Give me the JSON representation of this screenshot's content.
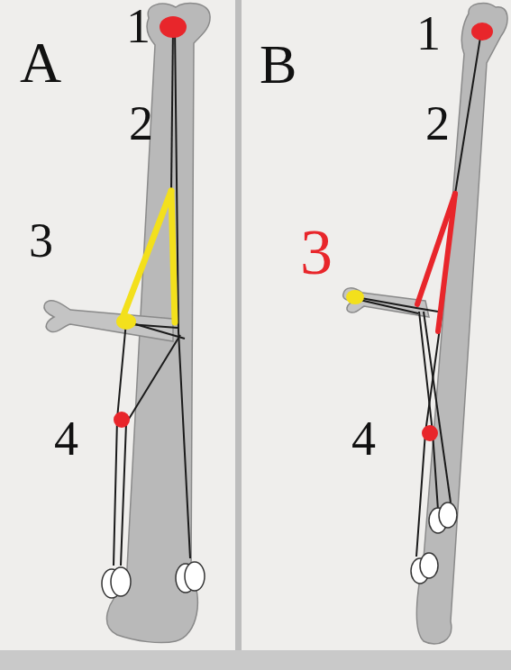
{
  "diagram": {
    "labels": [
      "A",
      "1",
      "2",
      "3",
      "4",
      "B",
      "1",
      "2",
      "3",
      "4"
    ]
  }
}
